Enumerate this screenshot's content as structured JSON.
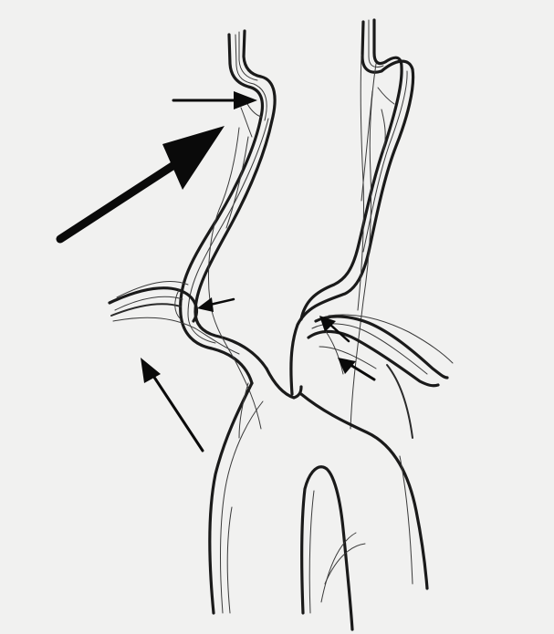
{
  "figure": {
    "background_color": "#f1f1f0",
    "ink_color": "#1a1a1a",
    "annotations": [
      {
        "name": "arrow-large-left-carotid-loop",
        "icon": "large-arrow-icon"
      },
      {
        "name": "arrow-top-right-carotid-loop",
        "icon": "small-arrow-icon"
      },
      {
        "name": "arrow-left-subclavian-origin",
        "icon": "small-arrow-icon"
      },
      {
        "name": "arrow-aortic-arch-left",
        "icon": "small-arrow-icon"
      },
      {
        "name": "arrow-right-subclavian-upper",
        "icon": "small-arrow-icon"
      },
      {
        "name": "arrow-right-subclavian-lower",
        "icon": "small-arrow-icon"
      }
    ]
  }
}
